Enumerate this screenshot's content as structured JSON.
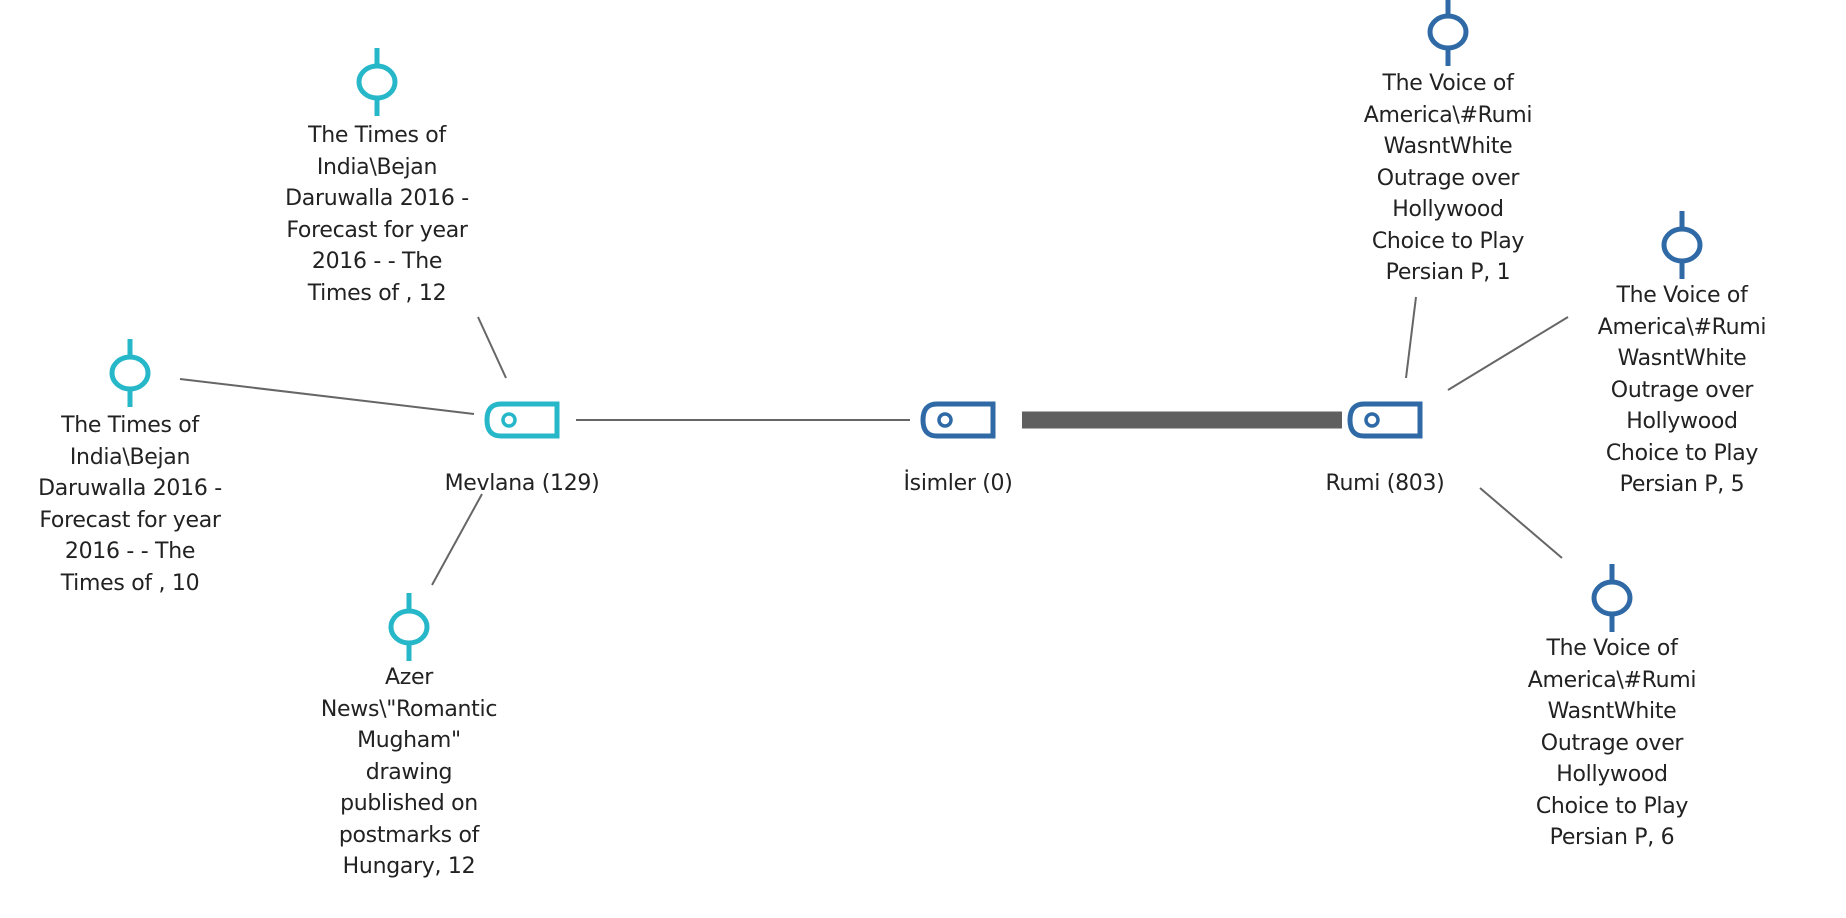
{
  "colors": {
    "mevlana_group": "#26b7c9",
    "rumi_group": "#2f6aa6",
    "edge": "#666666",
    "strong_edge": "#606060",
    "text": "#222222"
  },
  "nodes": [
    {
      "id": "mevlana",
      "type": "code",
      "label": "Mevlana (129)",
      "group": "mevlana_group"
    },
    {
      "id": "isimler",
      "type": "code",
      "label": "İsimler (0)",
      "group": "rumi_group"
    },
    {
      "id": "rumi",
      "type": "code",
      "label": "Rumi (803)",
      "group": "rumi_group"
    },
    {
      "id": "toi12",
      "type": "reference",
      "label": "The Times of\nIndia\\Bejan\nDaruwalla 2016 -\nForecast for year\n2016 - - The\nTimes of , 12",
      "group": "mevlana_group"
    },
    {
      "id": "toi10",
      "type": "reference",
      "label": "The Times of\nIndia\\Bejan\nDaruwalla 2016 -\nForecast for year\n2016 - - The\nTimes of , 10",
      "group": "mevlana_group"
    },
    {
      "id": "azer12",
      "type": "reference",
      "label": "Azer\nNews\\\"Romantic\nMugham\"\ndrawing\npublished on\npostmarks of\nHungary, 12",
      "group": "mevlana_group"
    },
    {
      "id": "voa1",
      "type": "reference",
      "label": "The Voice of\nAmerica\\#Rumi\nWasntWhite\nOutrage over\nHollywood\nChoice to Play\nPersian P, 1",
      "group": "rumi_group"
    },
    {
      "id": "voa5",
      "type": "reference",
      "label": "The Voice of\nAmerica\\#Rumi\nWasntWhite\nOutrage over\nHollywood\nChoice to Play\nPersian P, 5",
      "group": "rumi_group"
    },
    {
      "id": "voa6",
      "type": "reference",
      "label": "The Voice of\nAmerica\\#Rumi\nWasntWhite\nOutrage over\nHollywood\nChoice to Play\nPersian P, 6",
      "group": "rumi_group"
    }
  ],
  "edges": [
    {
      "from": "mevlana",
      "to": "toi12",
      "weight": "thin"
    },
    {
      "from": "mevlana",
      "to": "toi10",
      "weight": "thin"
    },
    {
      "from": "mevlana",
      "to": "azer12",
      "weight": "thin"
    },
    {
      "from": "mevlana",
      "to": "isimler",
      "weight": "thin"
    },
    {
      "from": "isimler",
      "to": "rumi",
      "weight": "thick"
    },
    {
      "from": "rumi",
      "to": "voa1",
      "weight": "thin"
    },
    {
      "from": "rumi",
      "to": "voa5",
      "weight": "thin"
    },
    {
      "from": "rumi",
      "to": "voa6",
      "weight": "thin"
    }
  ]
}
